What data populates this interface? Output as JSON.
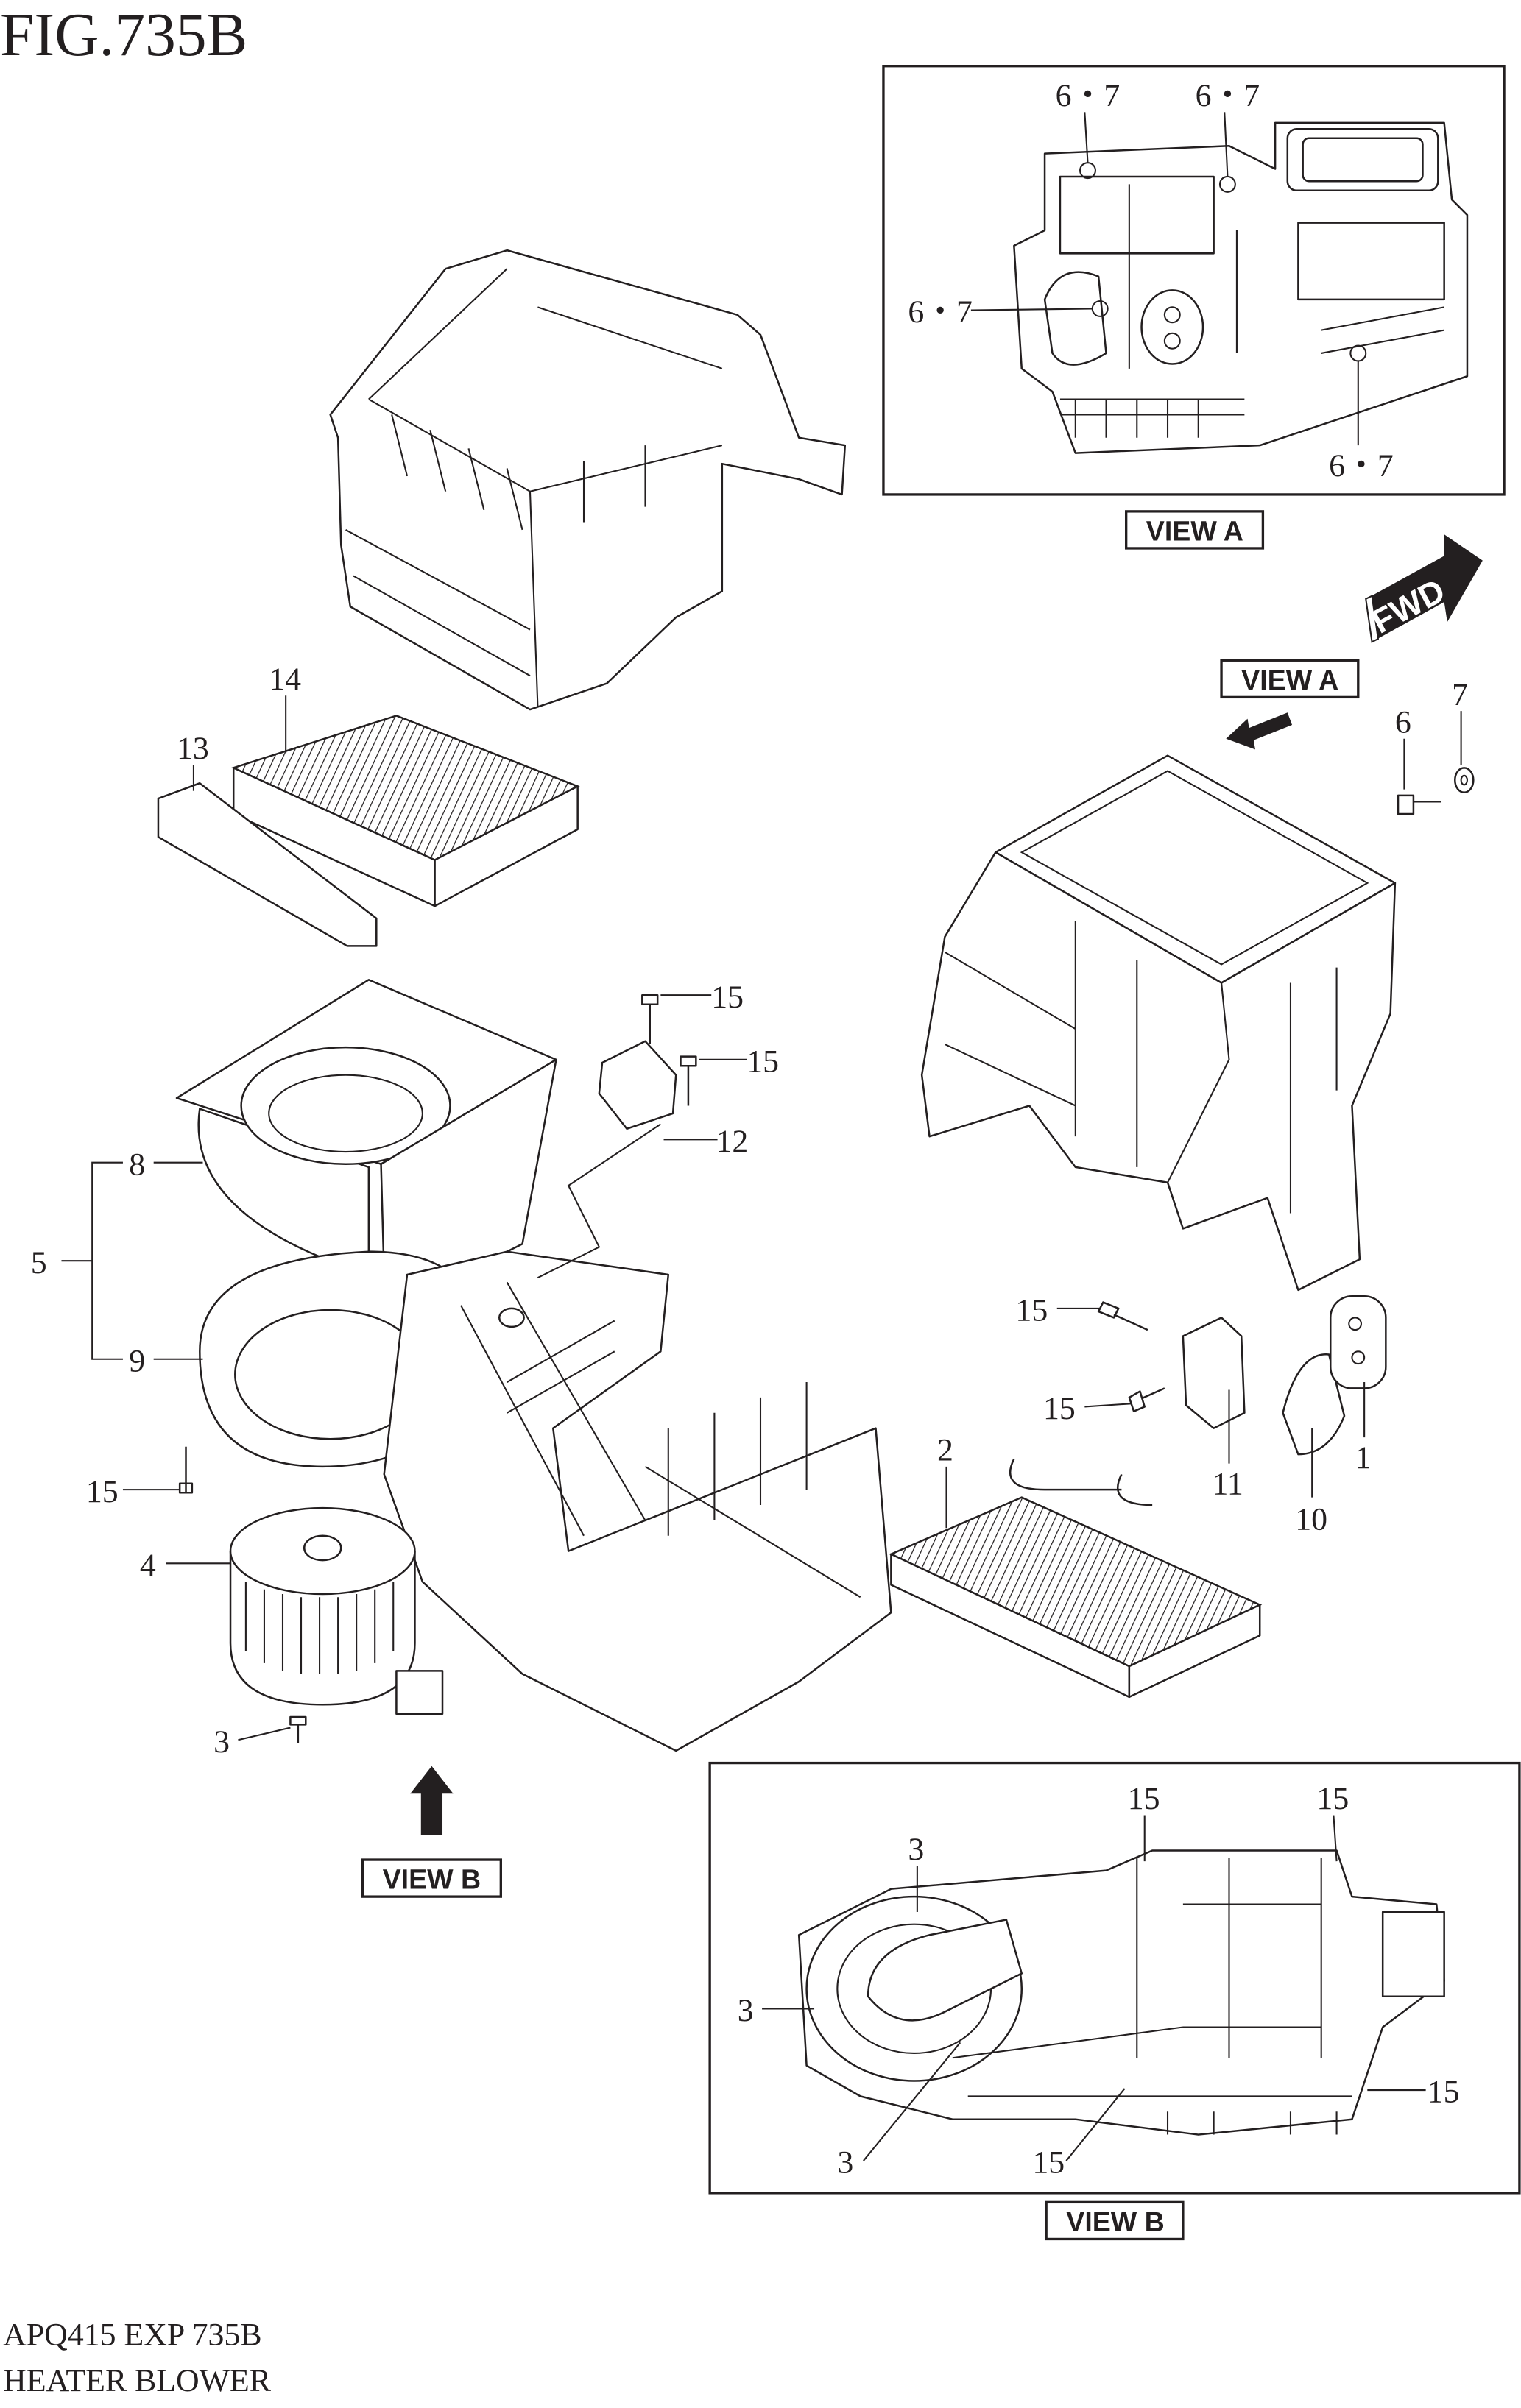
{
  "figure": {
    "title": "FIG.735B",
    "code": "APQ415 EXP 735B",
    "name": "HEATER BLOWER"
  },
  "labels": {
    "view_a": "VIEW A",
    "view_b": "VIEW B",
    "fwd": "FWD"
  },
  "callouts": {
    "view_a": [
      "6・7",
      "6・7",
      "6・7",
      "6・7"
    ],
    "main": {
      "p14": "14",
      "p13": "13",
      "p7": "7",
      "p6": "6",
      "p15a": "15",
      "p15b": "15",
      "p12": "12",
      "p8": "8",
      "p5": "5",
      "p9": "9",
      "p15c": "15",
      "p1": "1",
      "p15d": "15",
      "p2": "2",
      "p11": "11",
      "p10": "10",
      "p15e": "15",
      "p4": "4",
      "p3": "3"
    },
    "view_b": [
      "15",
      "15",
      "3",
      "3",
      "15",
      "3",
      "15"
    ]
  }
}
